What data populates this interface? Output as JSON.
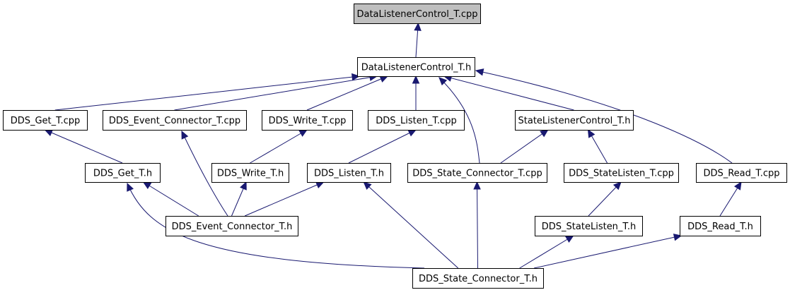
{
  "graph": {
    "nodes": {
      "n0": "DataListenerControl_T.cpp",
      "n1": "DataListenerControl_T.h",
      "n2": "DDS_Get_T.cpp",
      "n3": "DDS_Event_Connector_T.cpp",
      "n4": "DDS_Write_T.cpp",
      "n5": "DDS_Listen_T.cpp",
      "n6": "StateListenerControl_T.h",
      "n7": "DDS_Get_T.h",
      "n8": "DDS_Write_T.h",
      "n9": "DDS_Listen_T.h",
      "n10": "DDS_State_Connector_T.cpp",
      "n11": "DDS_StateListen_T.cpp",
      "n12": "DDS_Read_T.cpp",
      "n13": "DDS_Event_Connector_T.h",
      "n14": "DDS_StateListen_T.h",
      "n15": "DDS_Read_T.h",
      "n16": "DDS_State_Connector_T.h"
    },
    "root": "n0",
    "edges": [
      [
        "n1",
        "n0"
      ],
      [
        "n2",
        "n1"
      ],
      [
        "n3",
        "n1"
      ],
      [
        "n4",
        "n1"
      ],
      [
        "n5",
        "n1"
      ],
      [
        "n6",
        "n1"
      ],
      [
        "n10",
        "n1"
      ],
      [
        "n12",
        "n1"
      ],
      [
        "n7",
        "n2"
      ],
      [
        "n13",
        "n3"
      ],
      [
        "n8",
        "n4"
      ],
      [
        "n9",
        "n5"
      ],
      [
        "n10",
        "n6"
      ],
      [
        "n11",
        "n6"
      ],
      [
        "n15",
        "n12"
      ],
      [
        "n13",
        "n7"
      ],
      [
        "n16",
        "n7"
      ],
      [
        "n13",
        "n8"
      ],
      [
        "n13",
        "n9"
      ],
      [
        "n16",
        "n9"
      ],
      [
        "n16",
        "n10"
      ],
      [
        "n14",
        "n11"
      ],
      [
        "n16",
        "n14"
      ],
      [
        "n16",
        "n15"
      ]
    ]
  }
}
